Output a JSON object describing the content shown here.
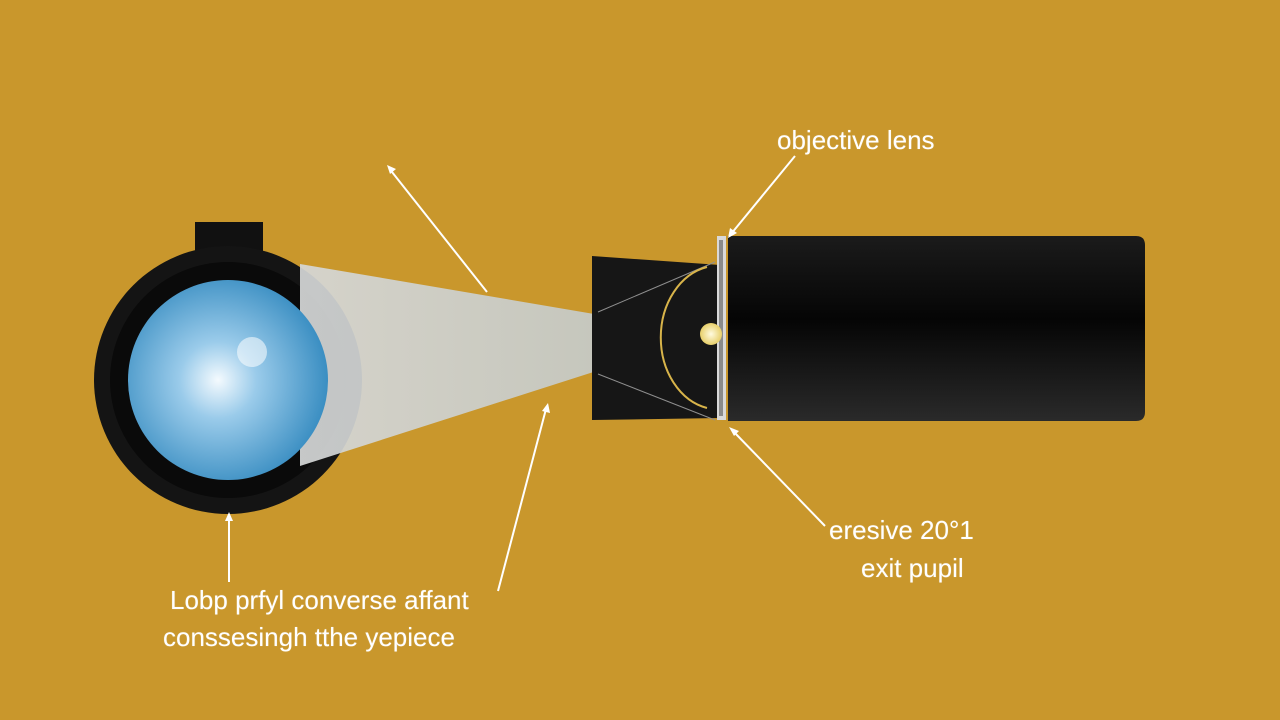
{
  "colors": {
    "background": "#C9972C",
    "tube": "#111111",
    "lens_blue": "#4A9FD0",
    "pupil": "#F3E7A0",
    "label": "#FFFFFF"
  },
  "labels": {
    "objective_lens": "objective lens",
    "exit_pupil_line1": "eresive 20°1",
    "exit_pupil_line2": "exit pupil",
    "bottom_line1": "Lobp prfyl converse affant",
    "bottom_line2": "conssesingh tthe yepiece"
  }
}
